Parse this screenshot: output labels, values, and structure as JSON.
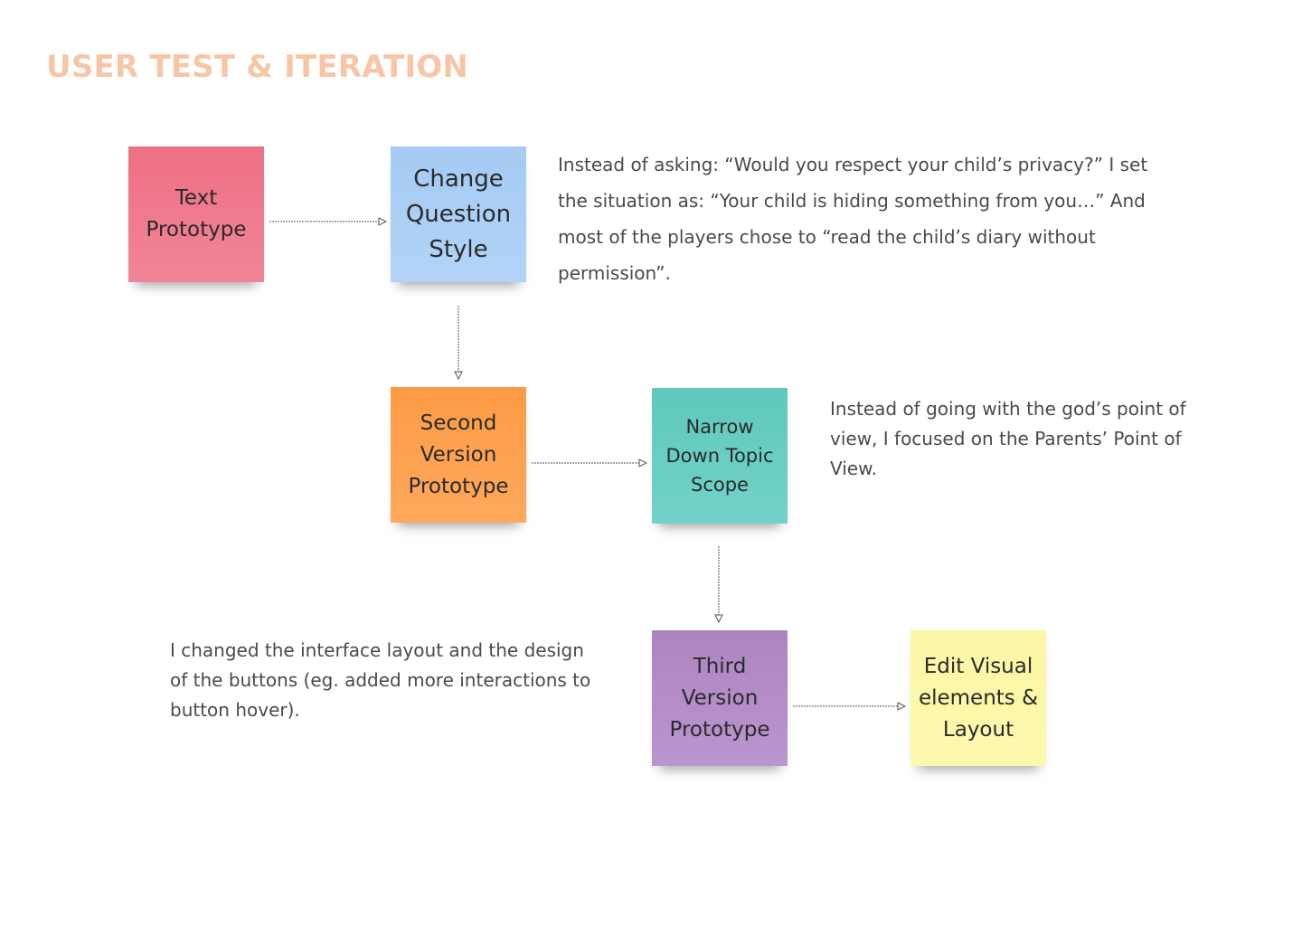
{
  "page": {
    "title": "USER TEST & ITERATION",
    "title_color": "#f7c6a6"
  },
  "notes": {
    "text_prototype": {
      "label": "Text Prototype",
      "color": "#ee6f84"
    },
    "change_question_style": {
      "label": "Change Question Style",
      "color": "#a5cbf2"
    },
    "second_version_prototype": {
      "label": "Second Version Prototype",
      "color": "#fd9b45"
    },
    "narrow_down_topic_scope": {
      "label": "Narrow Down Topic Scope",
      "color": "#5fc8bd"
    },
    "third_version_prototype": {
      "label": "Third Version Prototype",
      "color": "#ad84c1"
    },
    "edit_visual_elements": {
      "label": "Edit Visual elements & Layout",
      "color": "#fbf7a4"
    }
  },
  "descriptions": {
    "question_style": "Instead of asking: “Would you respect your child’s privacy?” I set the situation as: “Your child is hiding something from you…” And most of the players chose to “read the child’s diary without permission”.",
    "topic_scope": "Instead of going with the god’s point of view, I focused on the Parents’ Point of View.",
    "interface_layout": "I changed the interface layout and the design of the buttons (eg. added more interactions to button hover)."
  }
}
